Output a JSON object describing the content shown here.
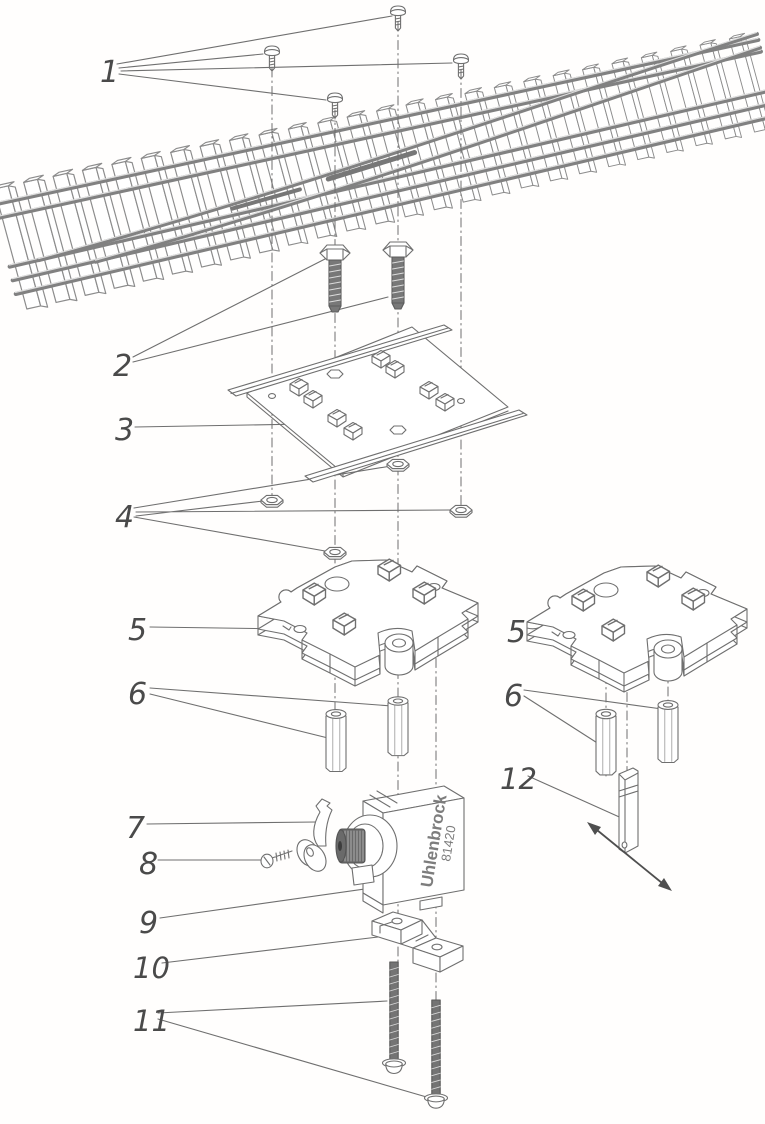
{
  "figure": {
    "kind": "exploded-assembly-diagram",
    "subject": "Point motor mounted beneath a model railway turnout",
    "line_color": "#6f6f6f",
    "background": "#fffefd"
  },
  "motor": {
    "brand": "Uhlenbrock",
    "model": "81420"
  },
  "callouts": [
    {
      "label": "1",
      "part": "track-fixing-screws"
    },
    {
      "label": "2",
      "part": "hex-head-bolts"
    },
    {
      "label": "3",
      "part": "adapter-frame-with-rails"
    },
    {
      "label": "4",
      "part": "hex-nuts"
    },
    {
      "label": "5",
      "part": "mounting-base-plate"
    },
    {
      "label": "6",
      "part": "spacer-bushings"
    },
    {
      "label": "7",
      "part": "actuating-lever"
    },
    {
      "label": "8",
      "part": "lever-screw"
    },
    {
      "label": "9",
      "part": "point-motor"
    },
    {
      "label": "10",
      "part": "mounting-block"
    },
    {
      "label": "11",
      "part": "long-fixing-screws"
    },
    {
      "label": "5",
      "part": "mounting-base-plate-second"
    },
    {
      "label": "6",
      "part": "spacer-bushings-second"
    },
    {
      "label": "12",
      "part": "actuating-rod-with-motion-arrow"
    }
  ]
}
